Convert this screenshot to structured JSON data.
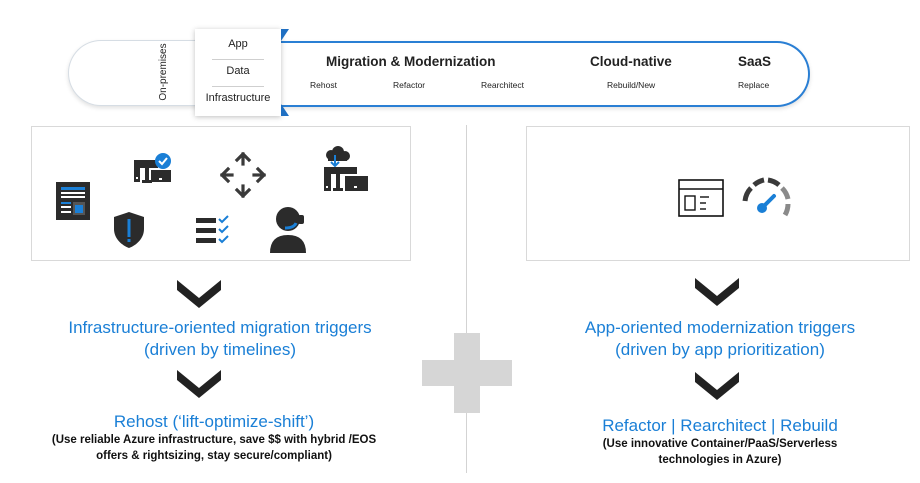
{
  "banner": {
    "onprem_label": "On-premises",
    "stack": [
      "App",
      "Data",
      "Infrastructure"
    ],
    "sections": [
      {
        "title": "Migration & Modernization",
        "subs": [
          "Rehost",
          "Refactor",
          "Rearchitect"
        ]
      },
      {
        "title": "Cloud-native",
        "subs": [
          "Rebuild/New"
        ]
      },
      {
        "title": "SaaS",
        "subs": [
          "Replace"
        ]
      }
    ],
    "accent_color": "#2a7fd4"
  },
  "left": {
    "icons": [
      "document-report-icon",
      "monitors-check-icon",
      "move-arrows-icon",
      "cloud-download-servers-icon",
      "shield-alert-icon",
      "checklist-icon",
      "support-agent-icon"
    ],
    "trigger_line1": "Infrastructure-oriented migration triggers",
    "trigger_line2": "(driven by timelines)",
    "outcome_title": "Rehost (‘lift-optimize-shift’)",
    "outcome_note_line1": "(Use reliable Azure infrastructure, save $$ with hybrid /EOS",
    "outcome_note_line2": "offers & rightsizing, stay secure/compliant)"
  },
  "right": {
    "icons": [
      "app-window-icon",
      "speedometer-icon"
    ],
    "trigger_line1": "App-oriented modernization triggers",
    "trigger_line2": "(driven by app prioritization)",
    "outcome_title": "Refactor | Rearchitect | Rebuild",
    "outcome_note_line1": "(Use innovative Container/PaaS/Serverless",
    "outcome_note_line2": "technologies in Azure)"
  },
  "colors": {
    "blue": "#1a7fd6",
    "icon_dark": "#2b2b2b",
    "plus_gray": "#d6d6d6"
  }
}
